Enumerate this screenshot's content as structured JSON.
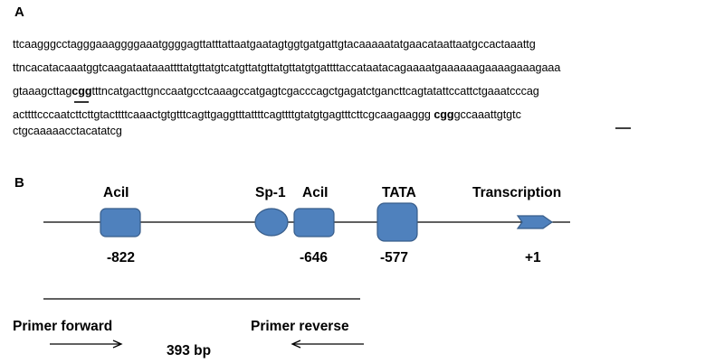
{
  "panel_a": {
    "label": "A",
    "sequence_lines": [
      {
        "text": "ttcaagggcctagggaaaggggaaatggggagttatttattaatgaatagtggtgatgattgtacaaaaatatgaacataattaatgccactaaattg"
      },
      {
        "text": "ttncacatacaaatggtcaagataataaattttatgttatgtcatgttatgttatgttatgtgattttaccataatacagaaaatgaaaaaagaaaagaaagaaa"
      },
      {
        "pre": "gtaaagcttag",
        "mark": "cgg",
        "post": "tttncatgacttgnccaatgcctcaaagccatgagtcgacccagctgagatctgancttcagtatattccattctgaaatcccag"
      },
      {
        "pre": "acttttcccaatcttcttgtacttttcaaactgtgtttcagttgaggtttattttcagttttgtatgtgagtttcttcgcaagaaggg ",
        "mark": "cgg",
        "post": "gccaaattgtgtc"
      },
      {
        "text": "ctgcaaaaacctacatatcg"
      }
    ]
  },
  "panel_b": {
    "label": "B",
    "elements": {
      "acil_left": {
        "label": "AciI",
        "position": "-822"
      },
      "sp1": {
        "label": "Sp-1"
      },
      "acil_right": {
        "label": "AciI",
        "position": "-646"
      },
      "tata": {
        "label": "TATA",
        "position": "-577"
      },
      "transcription": {
        "label": "Transcription",
        "position": "+1"
      }
    },
    "primer_forward": "Primer forward",
    "primer_reverse": "Primer reverse",
    "amplicon": "393 bp"
  },
  "colors": {
    "box_fill": "#4f81bd",
    "box_stroke": "#385d8a",
    "line": "#000000"
  }
}
